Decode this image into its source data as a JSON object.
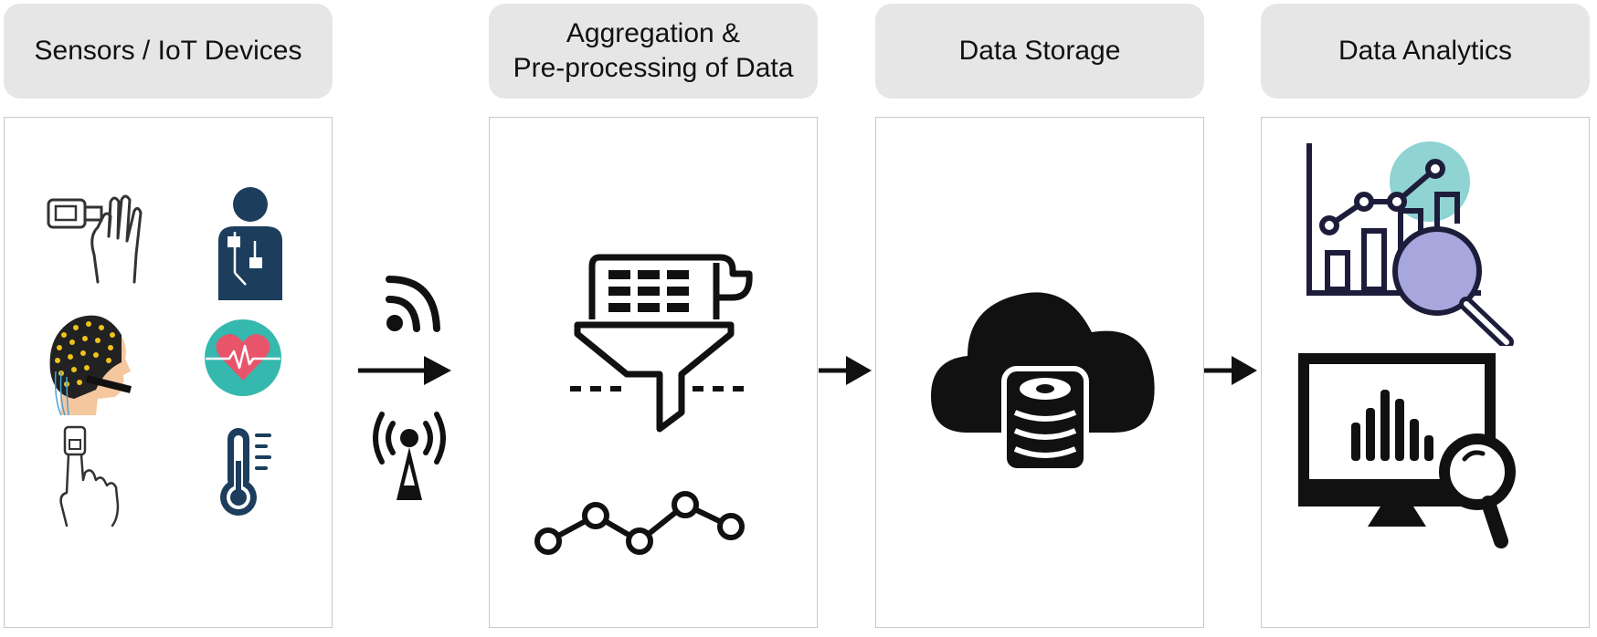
{
  "stages": [
    {
      "title": "Sensors / IoT Devices"
    },
    {
      "title": "Aggregation &\nPre-processing of Data"
    },
    {
      "title": "Data Storage"
    },
    {
      "title": "Data Analytics"
    }
  ],
  "icons": {
    "sensors": [
      "pulse-oximeter-hand-icon",
      "wearable-ecg-person-icon",
      "eeg-cap-head-icon",
      "heart-rate-icon",
      "finger-sensor-icon",
      "thermometer-icon"
    ],
    "transmission": [
      "wifi-icon",
      "arrow-right-icon",
      "antenna-tower-icon"
    ],
    "aggregation": [
      "data-filter-funnel-icon",
      "line-graph-nodes-icon"
    ],
    "storage": [
      "cloud-database-icon"
    ],
    "analytics": [
      "chart-magnifier-icon",
      "monitor-chart-magnifier-icon"
    ]
  },
  "colors": {
    "header_bg": "#e6e6e6",
    "panel_border": "#c9c9c9",
    "navy": "#1d3d5c",
    "teal": "#35b8ad",
    "heart_red": "#e8556a",
    "chart_line": "#1d1d3b",
    "magnifier_fill": "#a7a7de",
    "teal_light": "#8fd3d3"
  }
}
